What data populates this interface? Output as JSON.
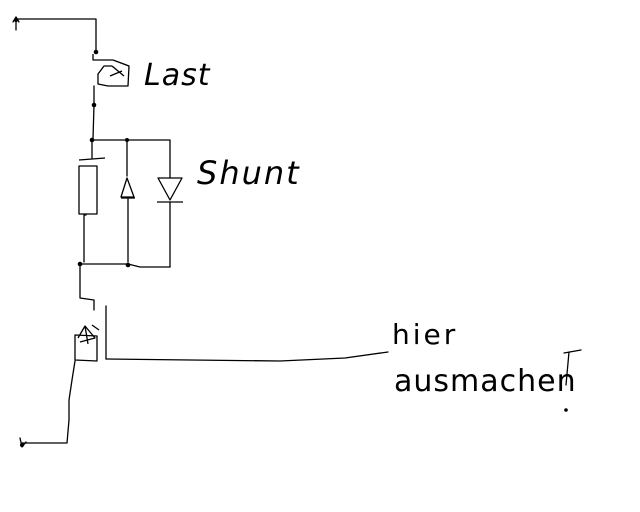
{
  "labels": {
    "load": "Last",
    "shunt": "Shunt",
    "annotation_line1": "hier",
    "annotation_line2": "ausmachen",
    "exclamation": "!"
  }
}
